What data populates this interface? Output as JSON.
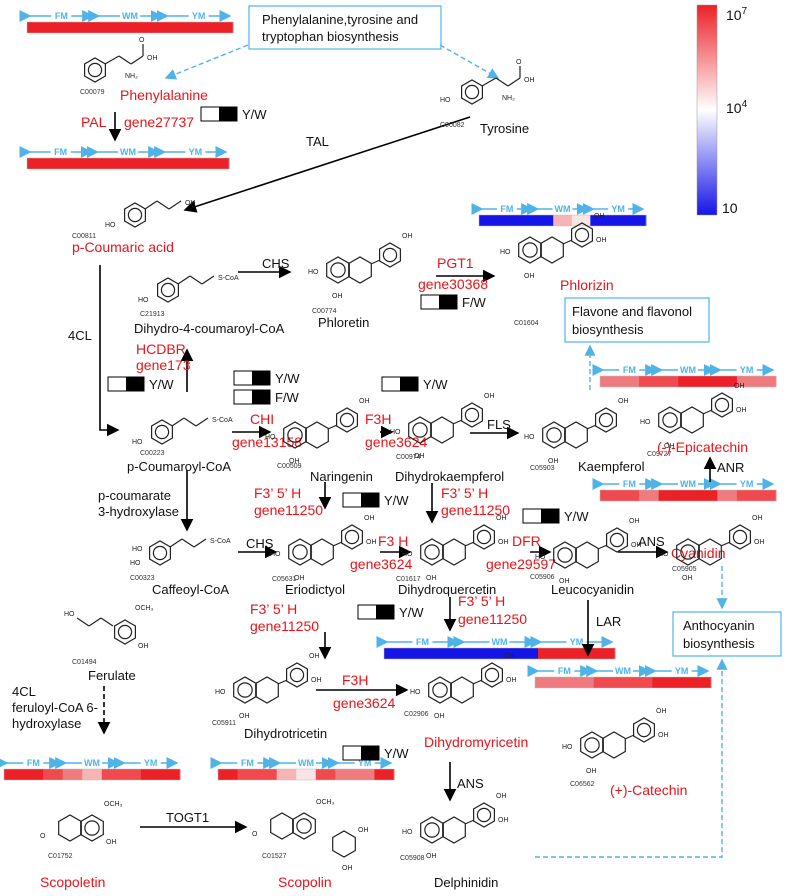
{
  "heatmap_header": [
    "FM",
    "WM",
    "YM"
  ],
  "colorbar": {
    "max": "10",
    "max_exp": "7",
    "mid": "10",
    "mid_exp": "4",
    "min": "10",
    "colors": {
      "high": "#ec2127",
      "mid": "#ffffff",
      "low": "#1515e6"
    }
  },
  "boxes": {
    "pathway": "Phenylalanine,tyrosine and",
    "pathway2": "tryptophan biosynthesis",
    "flavone": "Flavone and flavonol",
    "flavone2": "biosynthesis",
    "anthocyanin": "Anthocyanin",
    "anthocyanin2": "biosynthesis"
  },
  "compounds": {
    "phenylalanine": {
      "id": "C00079",
      "name": "Phenylalanine"
    },
    "tyrosine": {
      "id": "C00082",
      "name": "Tyrosine"
    },
    "coumaric_acid": {
      "id": "C00811",
      "name": "p-Coumaric acid"
    },
    "dihydro_coumaroyl": {
      "id": "C21913",
      "name": "Dihydro-4-coumaroyl-CoA"
    },
    "phloretin": {
      "id": "C00774",
      "name": "Phloretin"
    },
    "phlorizin": {
      "id": "C01604",
      "name": "Phlorizin"
    },
    "coumaroyl_coa": {
      "id": "C00223",
      "name": "p-Coumaroyl-CoA"
    },
    "naringenin": {
      "id": "C00509",
      "name": "Naringenin"
    },
    "dihydrokaempferol": {
      "id": "C00974",
      "name": "Dihydrokaempferol"
    },
    "kaempferol": {
      "id": "C05903",
      "name": "Kaempferol"
    },
    "epicatechin": {
      "id": "C09727",
      "name": "(-)-Epicatechin"
    },
    "caffeoyl_coa": {
      "id": "C00323",
      "name": "Caffeoyl-CoA"
    },
    "eriodictyol": {
      "id": "C05631",
      "name": "Eriodictyol"
    },
    "dihydroquercetin": {
      "id": "C01617",
      "name": "Dihydroquercetin"
    },
    "leucocyanidin": {
      "id": "C05906",
      "name": "Leucocyanidin"
    },
    "cyanidin": {
      "id": "C05905",
      "name": "Cyanidin"
    },
    "ferulate": {
      "id": "C01494",
      "name": "Ferulate"
    },
    "dihydrotricetin": {
      "id": "C05911",
      "name": "Dihydrotricetin"
    },
    "dihydromyricetin": {
      "id": "C02906",
      "name": "Dihydromyricetin"
    },
    "catechin": {
      "id": "C06562",
      "name": "(+)-Catechin"
    },
    "scopoletin": {
      "id": "C01752",
      "name": "Scopoletin"
    },
    "scopolin": {
      "id": "C01527",
      "name": "Scopolin"
    },
    "delphinidin": {
      "id": "C05908",
      "name": "Delphinidin"
    }
  },
  "enzymes": {
    "pal": "PAL",
    "pal_gene": "gene27737",
    "tal": "TAL",
    "chs1": "CHS",
    "chs2": "CHS",
    "pgt1": "PGT1",
    "pgt1_gene": "gene30368",
    "four_cl": "4CL",
    "hcdbr": "HCDBR",
    "hcdbr_gene": "gene173",
    "chi": "CHI",
    "chi_gene": "gene13158",
    "f3h1": "F3H",
    "f3h1_gene": "gene3624",
    "fls": "FLS",
    "anr": "ANR",
    "c3h": "p-coumarate",
    "c3h2": "3-hydroxylase",
    "f35h_a": "F3’ 5’ H",
    "f35h_a_gene": "gene11250",
    "f35h_b": "F3’ 5’ H",
    "f35h_b_gene": "gene11250",
    "f3h2": "F3 H",
    "f3h2_gene": "gene3624",
    "dfr": "DFR",
    "dfr_gene": "gene29597",
    "ans1": "ANS",
    "f35h_c": "F3’ 5’ H",
    "f35h_c_gene": "gene11250",
    "f35h_d": "F3’ 5’ H",
    "f35h_d_gene": "gene11250",
    "lar": "LAR",
    "fer1": "4CL",
    "fer2": "feruloyl-CoA 6-",
    "fer3": "hydroxylase",
    "f3h3": "F3H",
    "f3h3_gene": "gene3624",
    "ans2": "ANS",
    "togt1": "TOGT1"
  },
  "ratios": {
    "yw": "Y/W",
    "fw": "F/W"
  },
  "chem_labels": {
    "coa": "S-CoA",
    "ho": "HO",
    "oh": "OH",
    "o": "O",
    "nh2": "NH₂",
    "och3": "OCH₃",
    "oplus": "O⁺"
  }
}
